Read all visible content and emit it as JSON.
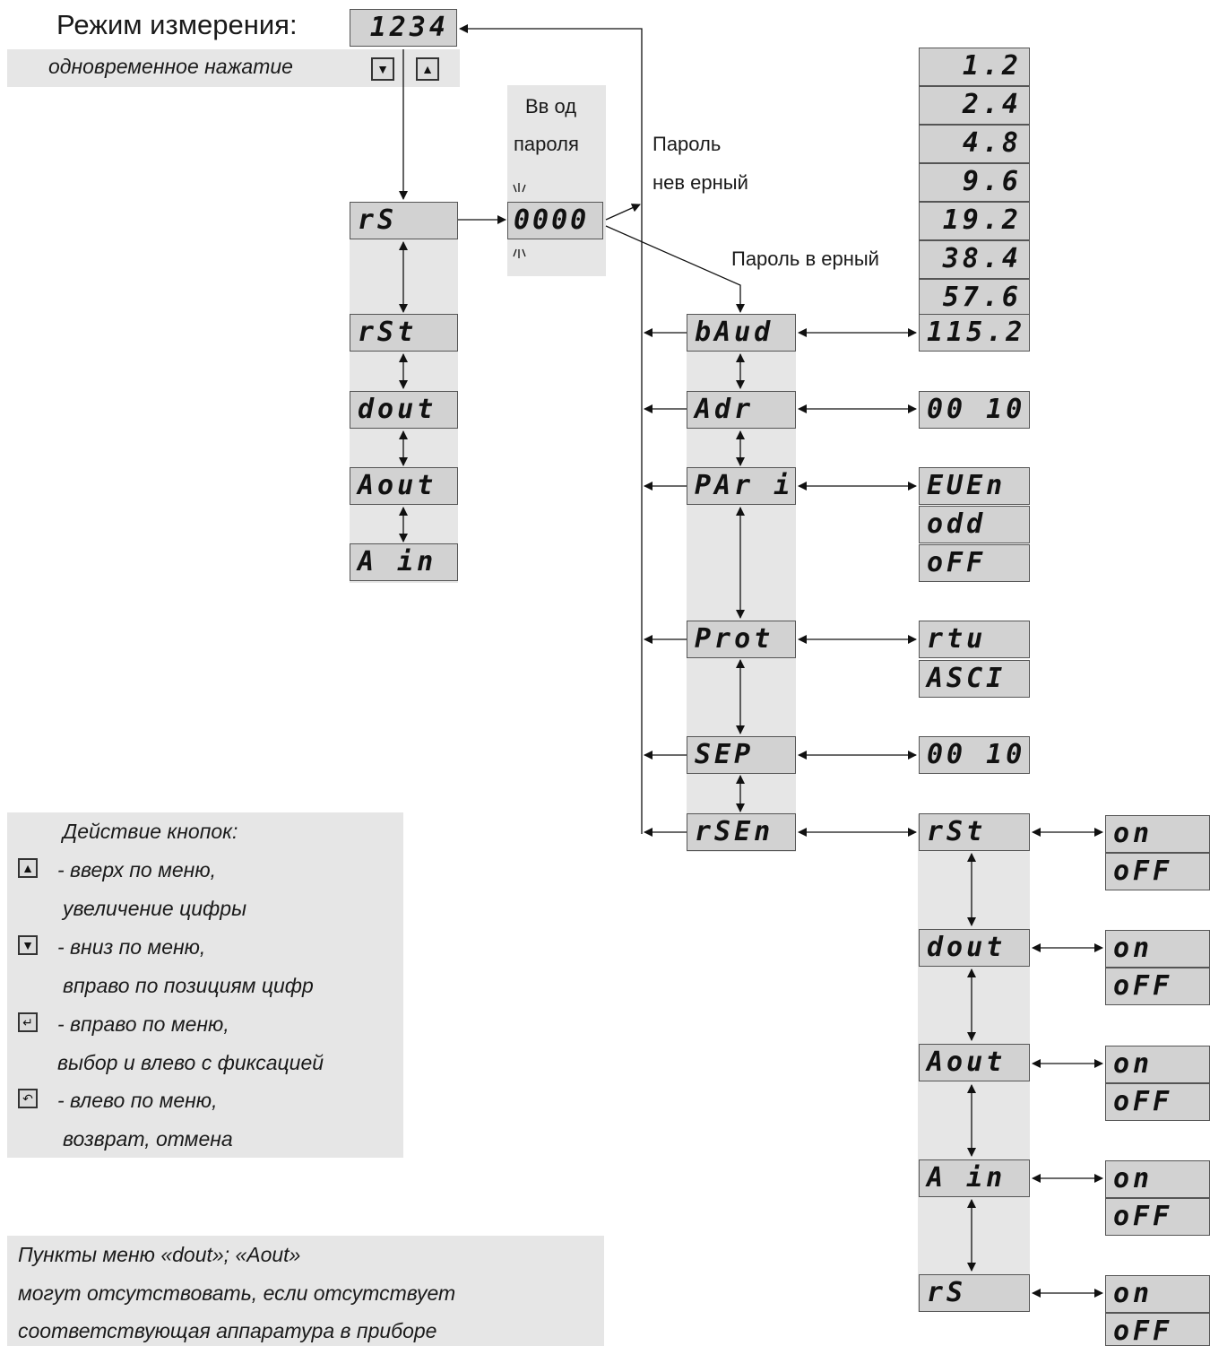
{
  "header": {
    "title": "Режим измерения:",
    "mode_display": "1234",
    "hint": "одновременное нажатие"
  },
  "password": {
    "label_line1": "Вв од",
    "label_line2": "пароля",
    "value": "0000",
    "wrong_line1": "Пароль",
    "wrong_line2": "нев ерный",
    "right": "Пароль в ерный"
  },
  "main_menu": [
    "rS",
    "rSt",
    "dout",
    "Aout",
    "A in"
  ],
  "rs_menu": [
    "bAud",
    "Adr",
    "PAr i",
    "Prot",
    "SEP",
    "rSEn"
  ],
  "baud_values": [
    "1.2",
    "2.4",
    "4.8",
    "9.6",
    "19.2",
    "38.4",
    "57.6",
    "115.2"
  ],
  "adr_value": "00 10",
  "parity_values": [
    "EUEn",
    "odd",
    "oFF"
  ],
  "prot_values": [
    "rtu",
    "ASCI"
  ],
  "sep_value": "00 10",
  "rsen_items": [
    "rSt",
    "dout",
    "Aout",
    "A in",
    "rS"
  ],
  "onoff": [
    "on",
    "oFF"
  ],
  "legend": {
    "title": "Действие кнопок:",
    "up_1": "- вверх по меню,",
    "up_2": "увеличение цифры",
    "down_1": "- вниз по меню,",
    "down_2": "вправо по позициям цифр",
    "enter_1": "- вправо по меню,",
    "enter_2": "выбор и влево с фиксацией",
    "back_1": "- влево по меню,",
    "back_2": "возврат, отмена"
  },
  "note": {
    "line1": "Пункты меню «dout»; «Aout»",
    "line2": "могут отсутствовать, если отсутствует",
    "line3": "соответствующая аппаратура в приборе"
  },
  "icons": [
    "down-arrow-key-icon",
    "up-arrow-key-icon",
    "enter-key-icon",
    "back-key-icon"
  ]
}
